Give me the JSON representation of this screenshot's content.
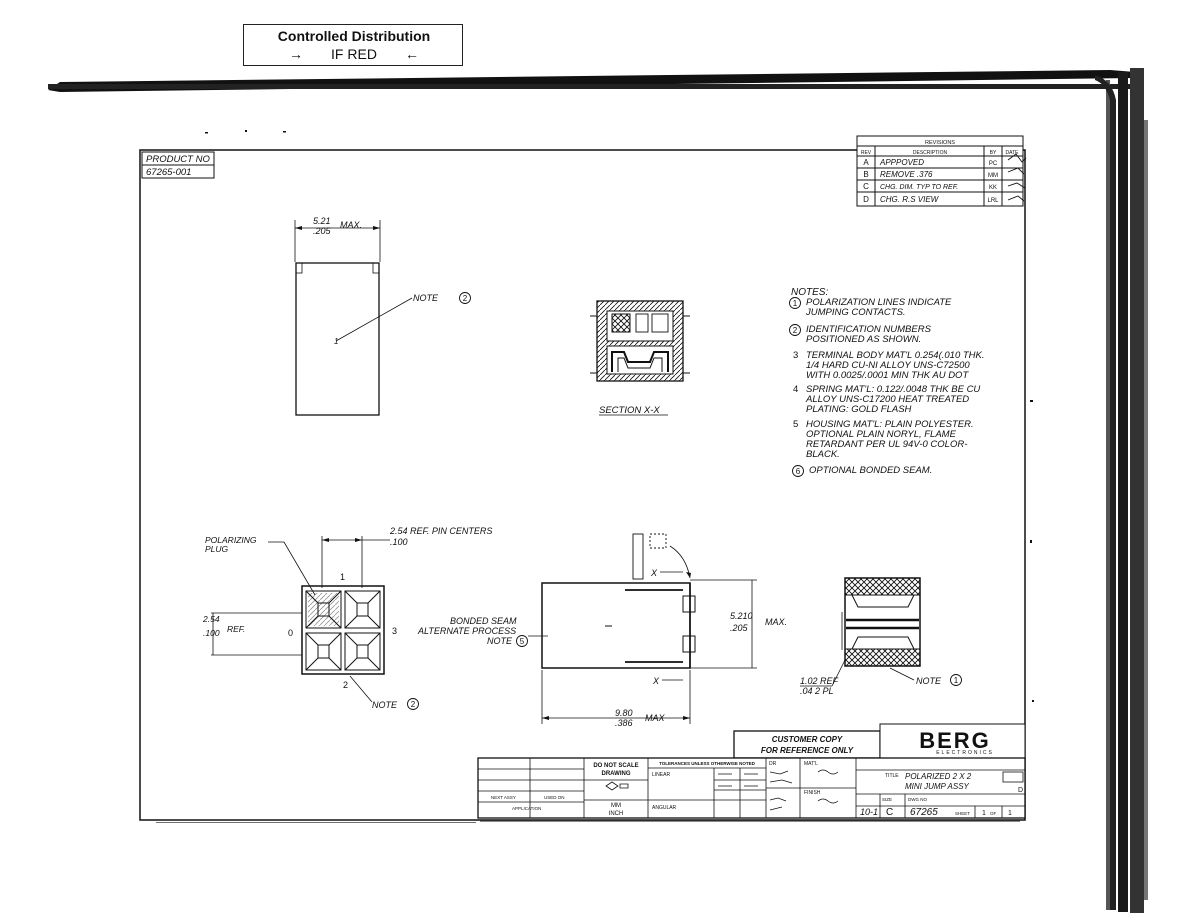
{
  "stamp": {
    "title": "Controlled Distribution",
    "arrow_right": "→",
    "label": "IF RED",
    "arrow_left": "←"
  },
  "product": {
    "label": "PRODUCT NO",
    "number": "67265-001"
  },
  "revisions": {
    "header": "REVISIONS",
    "columns": [
      "REV",
      "DESCRIPTION",
      "BY",
      "DATE"
    ],
    "rows": [
      [
        "A",
        "APPPOVED",
        "PC",
        ""
      ],
      [
        "B",
        "REMOVE .376",
        "MM",
        ""
      ],
      [
        "C",
        "CHG. DIM. TYP TO REF.",
        "KK",
        ""
      ],
      [
        "D",
        "CHG. R.S VIEW",
        "LRL",
        ""
      ]
    ]
  },
  "views": {
    "top_dim_value": "5.21",
    "top_dim_value2": ".205",
    "top_dim_suffix": "MAX.",
    "top_note": "NOTE",
    "top_note_num": "2",
    "top_contact": "1",
    "section_label": "SECTION X-X",
    "polarizing_1": "POLARIZING",
    "polarizing_2": "PLUG",
    "pin_dim_1": "2.54 REF. PIN CENTERS",
    "pin_dim_2": ".100",
    "side_dim_1": "2.54",
    "side_dim_2": ".100",
    "side_dim_ref": "REF.",
    "num_0": "0",
    "num_1": "1",
    "num_2": "2",
    "num_3": "3",
    "bottom_note": "NOTE",
    "bottom_note_num": "2",
    "bonded_1": "BONDED SEAM",
    "bonded_2": "ALTERNATE PROCESS",
    "bonded_3": "NOTE",
    "bonded_num": "5",
    "x_top": "X",
    "x_bottom": "X",
    "height_1": "5.210",
    "height_2": ".205",
    "height_max": "MAX.",
    "len_1": "9.80",
    "len_2": ".386",
    "len_max": "MAX",
    "end_dim_1": "1.02 REF",
    "end_dim_2": ".04 2 PL",
    "end_note": "NOTE",
    "end_note_num": "1"
  },
  "notes": {
    "heading": "NOTES:",
    "items": [
      {
        "num": "1",
        "lines": [
          "POLARIZATION LINES INDICATE",
          "JUMPING CONTACTS."
        ]
      },
      {
        "num": "2",
        "lines": [
          "IDENTIFICATION NUMBERS",
          "POSITIONED AS SHOWN."
        ]
      },
      {
        "num": "3",
        "lines": [
          "TERMINAL BODY MAT'L 0.254(.010 THK.",
          "1/4 HARD CU-NI ALLOY UNS-C72500",
          "WITH 0.0025/.0001 MIN THK AU DOT"
        ]
      },
      {
        "num": "4",
        "lines": [
          "SPRING MAT'L: 0.122/.0048 THK BE CU",
          "ALLOY UNS-C17200 HEAT TREATED",
          "PLATING: GOLD FLASH"
        ]
      },
      {
        "num": "5",
        "lines": [
          "HOUSING MAT'L: PLAIN POLYESTER.",
          "OPTIONAL PLAIN NORYL, FLAME",
          "RETARDANT PER UL 94V-0 COLOR-",
          "BLACK."
        ]
      },
      {
        "num": "6",
        "lines": [
          "OPTIONAL BONDED SEAM."
        ]
      }
    ]
  },
  "title_block": {
    "customer_1": "CUSTOMER COPY",
    "customer_2": "FOR REFERENCE ONLY",
    "brand": "BERG",
    "brand_sub": "ELECTRONICS",
    "do_not_scale_1": "DO NOT SCALE",
    "do_not_scale_2": "DRAWING",
    "tolerance": "TOLERANCES UNLESS OTHERWISE NOTED",
    "linear": "LINEAR",
    "angular": "ANGULAR",
    "next_assy": "NEXT ASSY",
    "used_on": "USED ON",
    "application": "APPLICATION",
    "mm": "MM",
    "inch": "INCH",
    "dr": "DR",
    "matl": "MAT'L",
    "finish": "FINISH",
    "title_label": "TITLE",
    "title_1": "POLARIZED 2 X 2",
    "title_2": "MINI JUMP ASSY",
    "dwg_label": "DWG NO",
    "size_label": "SIZE",
    "size": "C",
    "dwg_no": "67265",
    "sheet_label": "SHEET",
    "sheet": "1",
    "of_label": "OF",
    "of": "1",
    "prefix": "10-1",
    "rev": "D"
  }
}
